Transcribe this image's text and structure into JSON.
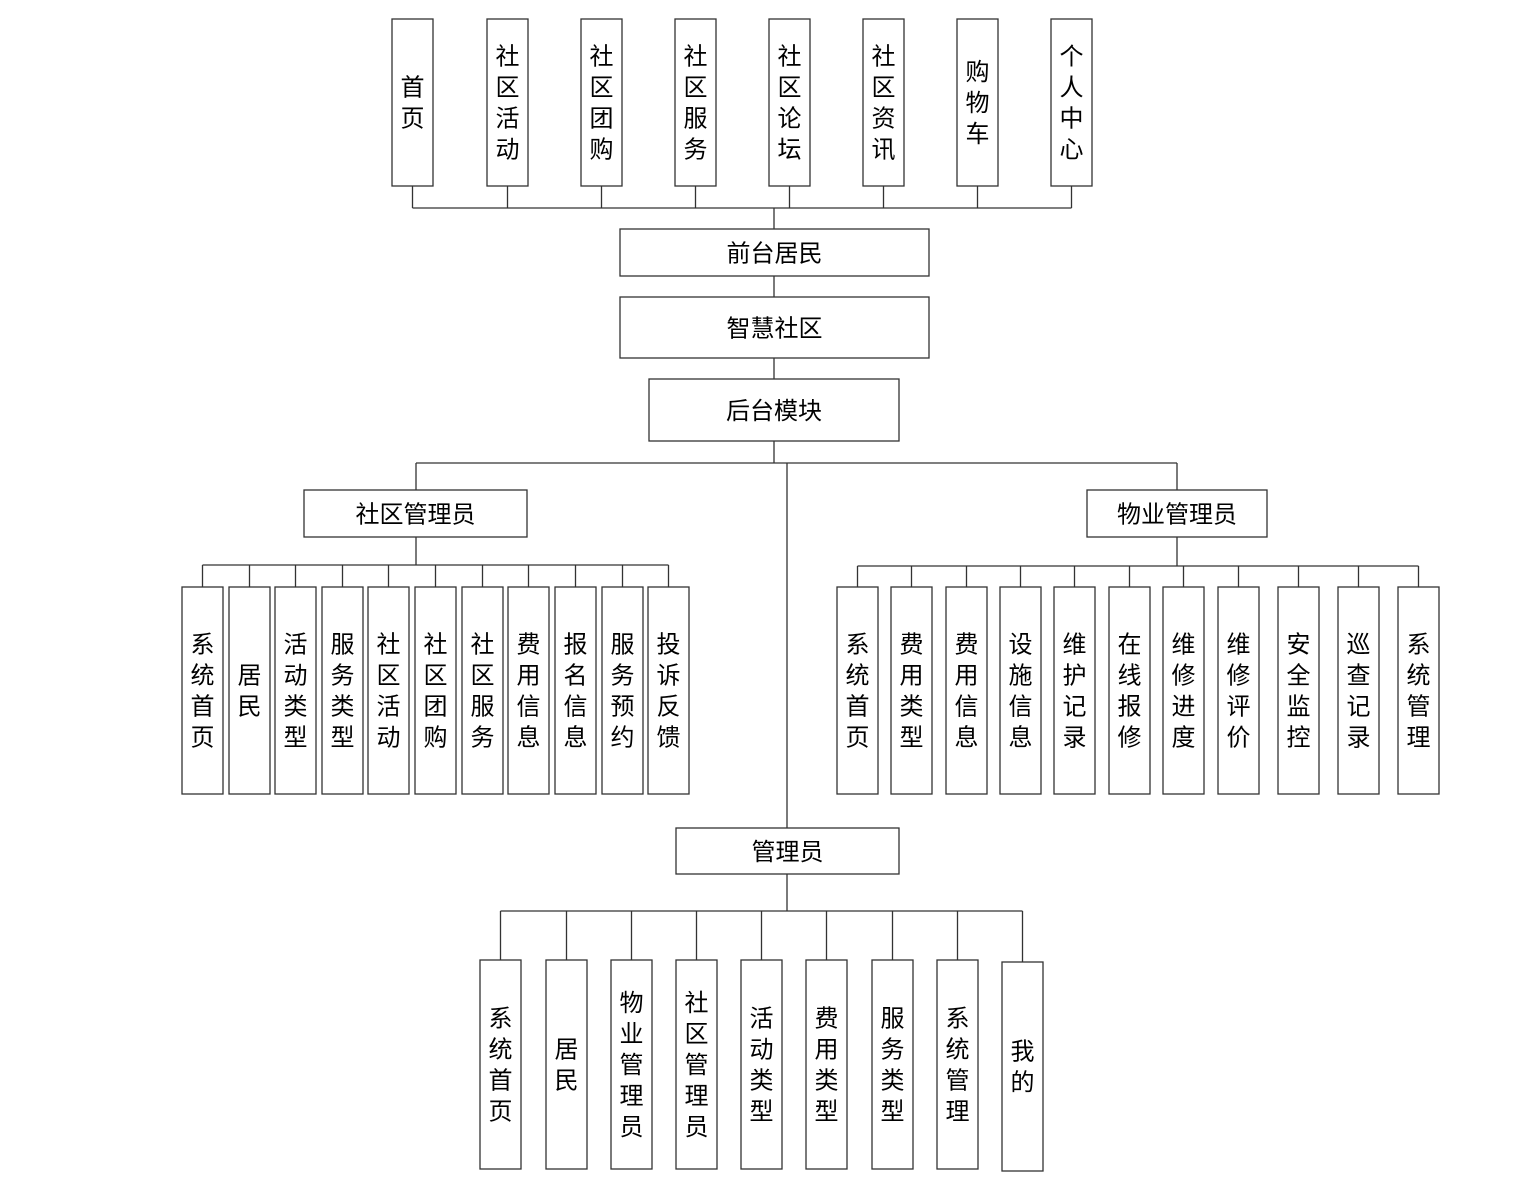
{
  "diagram": {
    "type": "org-tree",
    "colors": {
      "stroke": "#333333",
      "text": "#000000",
      "background": "#ffffff"
    },
    "front": {
      "title": "前台居民",
      "children": [
        "首页",
        "社区活动",
        "社区团购",
        "社区服务",
        "社区论坛",
        "社区资讯",
        "购物车",
        "个人中心"
      ]
    },
    "root": {
      "title": "智慧社区"
    },
    "backend": {
      "title": "后台模块",
      "community_admin": {
        "title": "社区管理员",
        "children": [
          "系统首页",
          "居民",
          "活动类型",
          "服务类型",
          "社区活动",
          "社区团购",
          "社区服务",
          "费用信息",
          "报名信息",
          "服务预约",
          "投诉反馈"
        ]
      },
      "property_admin": {
        "title": "物业管理员",
        "children": [
          "系统首页",
          "费用类型",
          "费用信息",
          "设施信息",
          "维护记录",
          "在线报修",
          "维修进度",
          "维修评价",
          "安全监控",
          "巡查记录",
          "系统管理"
        ]
      },
      "admin": {
        "title": "管理员",
        "children": [
          "系统首页",
          "居民",
          "物业管理员",
          "社区管理员",
          "活动类型",
          "费用类型",
          "服务类型",
          "系统管理",
          "我的"
        ]
      }
    }
  }
}
